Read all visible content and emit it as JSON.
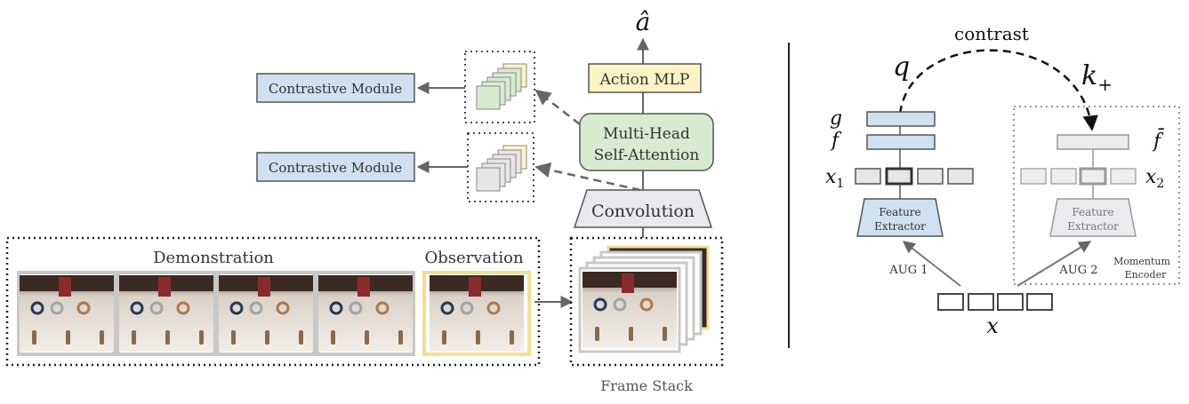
{
  "left_panel": {
    "output_symbol": "â",
    "action_mlp": "Action MLP",
    "attention_line1": "Multi-Head",
    "attention_line2": "Self-Attention",
    "convolution": "Convolution",
    "contrastive_top": "Contrastive Module",
    "contrastive_bottom": "Contrastive Module",
    "demonstration": "Demonstration",
    "observation": "Observation",
    "frame_stack": "Frame Stack"
  },
  "right_panel": {
    "contrast": "contrast",
    "q": "q",
    "k_plus": "k",
    "k_plus_sub": "+",
    "g": "g",
    "f": "f",
    "f_bar": "f̄",
    "x1": "x",
    "x1_sub": "1",
    "x2": "x",
    "x2_sub": "2",
    "x": "x",
    "feature_extractor_line1": "Feature",
    "feature_extractor_line2": "Extractor",
    "momentum_extractor_line1": "Feature",
    "momentum_extractor_line2": "Extractor",
    "aug1": "AUG 1",
    "aug2": "AUG 2",
    "momentum_line1": "Momentum",
    "momentum_line2": "Encoder"
  },
  "colors": {
    "contrastive_fill": "#cfe0f0",
    "action_mlp_fill": "#fdf3c4",
    "attention_fill": "#d7ebcf",
    "conv_fill": "#e8e8ee",
    "observation_border": "#f3e08c",
    "demo_border": "#c8c8c8"
  }
}
